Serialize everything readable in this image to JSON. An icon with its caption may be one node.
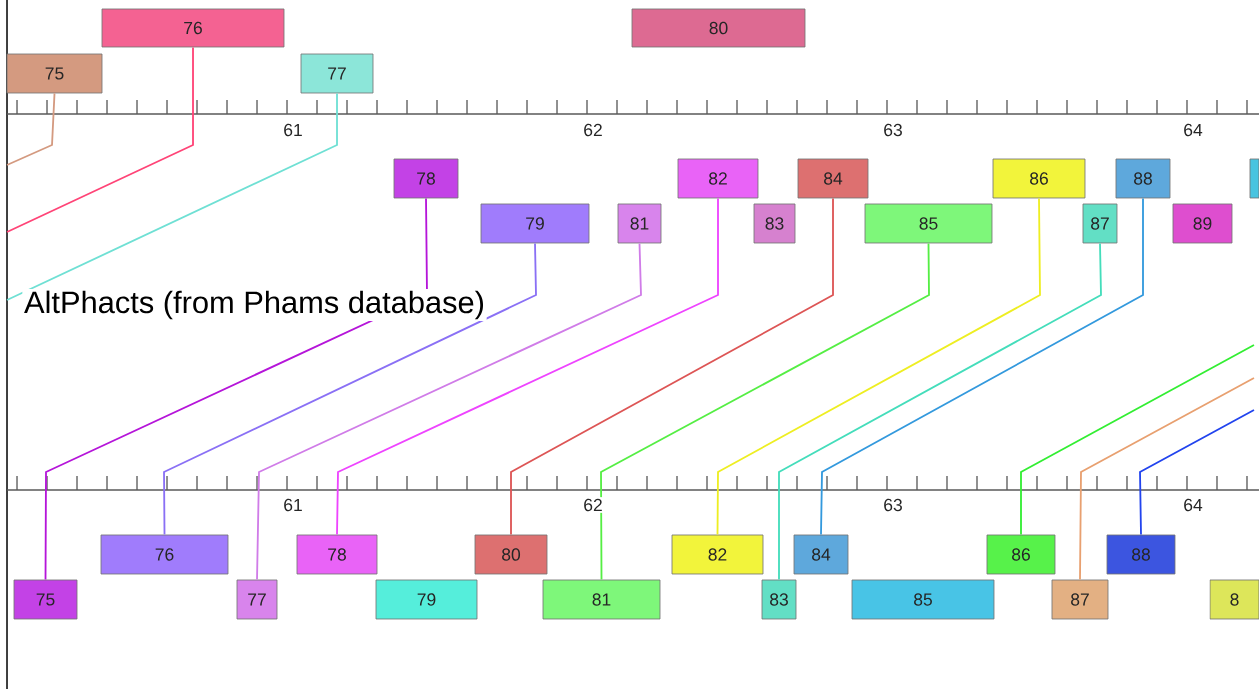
{
  "diagram": {
    "nodes": [
      {
        "text": [
          "75"
        ]
      },
      {
        "text": [
          "76"
        ]
      },
      {
        "text": [
          "77"
        ]
      },
      {
        "text": [
          "80"
        ]
      },
      {
        "text": [
          "78"
        ]
      },
      {
        "text": [
          "79"
        ]
      },
      {
        "text": [
          "81"
        ]
      },
      {
        "text": [
          "82"
        ]
      },
      {
        "text": [
          "83"
        ]
      },
      {
        "text": [
          "84"
        ]
      },
      {
        "text": [
          "85"
        ]
      },
      {
        "text": [
          "86"
        ]
      },
      {
        "text": [
          "87"
        ]
      },
      {
        "text": [
          "88"
        ]
      },
      {
        "text": [
          "89"
        ]
      },
      {
        "text": [],
        "shape": "box"
      },
      {
        "text": [
          "75"
        ]
      },
      {
        "text": [
          "76"
        ]
      },
      {
        "text": [
          "77"
        ]
      },
      {
        "text": [
          "78"
        ]
      },
      {
        "text": [
          "79"
        ]
      },
      {
        "text": [
          "80"
        ]
      },
      {
        "text": [
          "81"
        ]
      },
      {
        "text": [
          "82"
        ]
      },
      {
        "text": [
          "83"
        ]
      },
      {
        "text": [
          "84"
        ]
      },
      {
        "text": [
          "85"
        ]
      },
      {
        "text": [
          "86"
        ]
      },
      {
        "text": [
          "87"
        ]
      },
      {
        "text": [
          "88"
        ]
      },
      {
        "text": [
          "8"
        ]
      }
    ],
    "edges": [
      {
        "from": 0,
        "to": null,
        "arrow": "none",
        "color": "#d49a80"
      },
      {
        "from": 1,
        "to": null,
        "arrow": "none",
        "color": "#ff4477"
      },
      {
        "from": 2,
        "to": null,
        "arrow": "none",
        "color": "#6fe0d4"
      },
      {
        "from": 4,
        "to": 16,
        "arrow": "none",
        "color": "#b515d9"
      },
      {
        "from": 5,
        "to": 17,
        "arrow": "none",
        "color": "#8a70f5"
      },
      {
        "from": 6,
        "to": 18,
        "arrow": "none",
        "color": "#d07ce8"
      },
      {
        "from": 7,
        "to": 19,
        "arrow": "none",
        "color": "#ee44ff"
      },
      {
        "from": 9,
        "to": 21,
        "arrow": "none",
        "color": "#dd5555"
      },
      {
        "from": 10,
        "to": 22,
        "arrow": "none",
        "color": "#55ee44"
      },
      {
        "from": 11,
        "to": 23,
        "arrow": "none",
        "color": "#eeee22"
      },
      {
        "from": 12,
        "to": 24,
        "arrow": "none",
        "color": "#44ddbb"
      },
      {
        "from": 13,
        "to": 25,
        "arrow": "none",
        "color": "#3399dd"
      },
      {
        "from": null,
        "to": 27,
        "arrow": "none",
        "color": "#33ee33"
      },
      {
        "from": null,
        "to": 28,
        "arrow": "none",
        "color": "#e8a070"
      },
      {
        "from": null,
        "to": 29,
        "arrow": "none",
        "color": "#2244ee"
      }
    ],
    "labels": [
      "61",
      "62",
      "63",
      "64",
      "61",
      "62",
      "63",
      "64",
      "AltPhacts (from Phams database)"
    ]
  }
}
